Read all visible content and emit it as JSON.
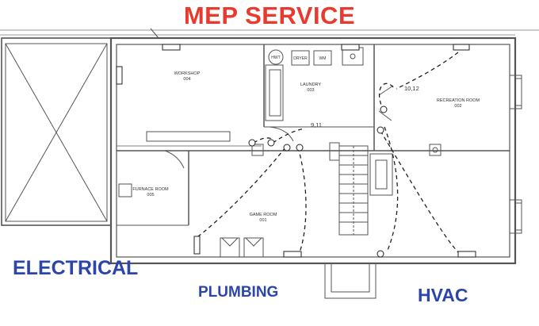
{
  "headline": "MEP SERVICE",
  "categories": {
    "electrical": "ELECTRICAL",
    "plumbing": "PLUMBING",
    "hvac": "HVAC"
  },
  "rooms": {
    "workshop": {
      "name": "WORKSHOP",
      "number": "004"
    },
    "laundry": {
      "name": "LAUNDRY",
      "number": "003"
    },
    "recreation": {
      "name": "RECREATION ROOM",
      "number": "002"
    },
    "furnace": {
      "name": "FURNACE ROOM",
      "number": "005"
    },
    "game": {
      "name": "GAME ROOM",
      "number": "001"
    }
  },
  "fixtures": {
    "hwt": "HWT",
    "dryer": "DRYER",
    "washer": "WM"
  },
  "circuits": {
    "circuit_a": "9,11",
    "circuit_b": "10,12"
  },
  "colors": {
    "headline": "#e83b2f",
    "category": "#2b46a8",
    "linework": "#4a4a4a"
  }
}
